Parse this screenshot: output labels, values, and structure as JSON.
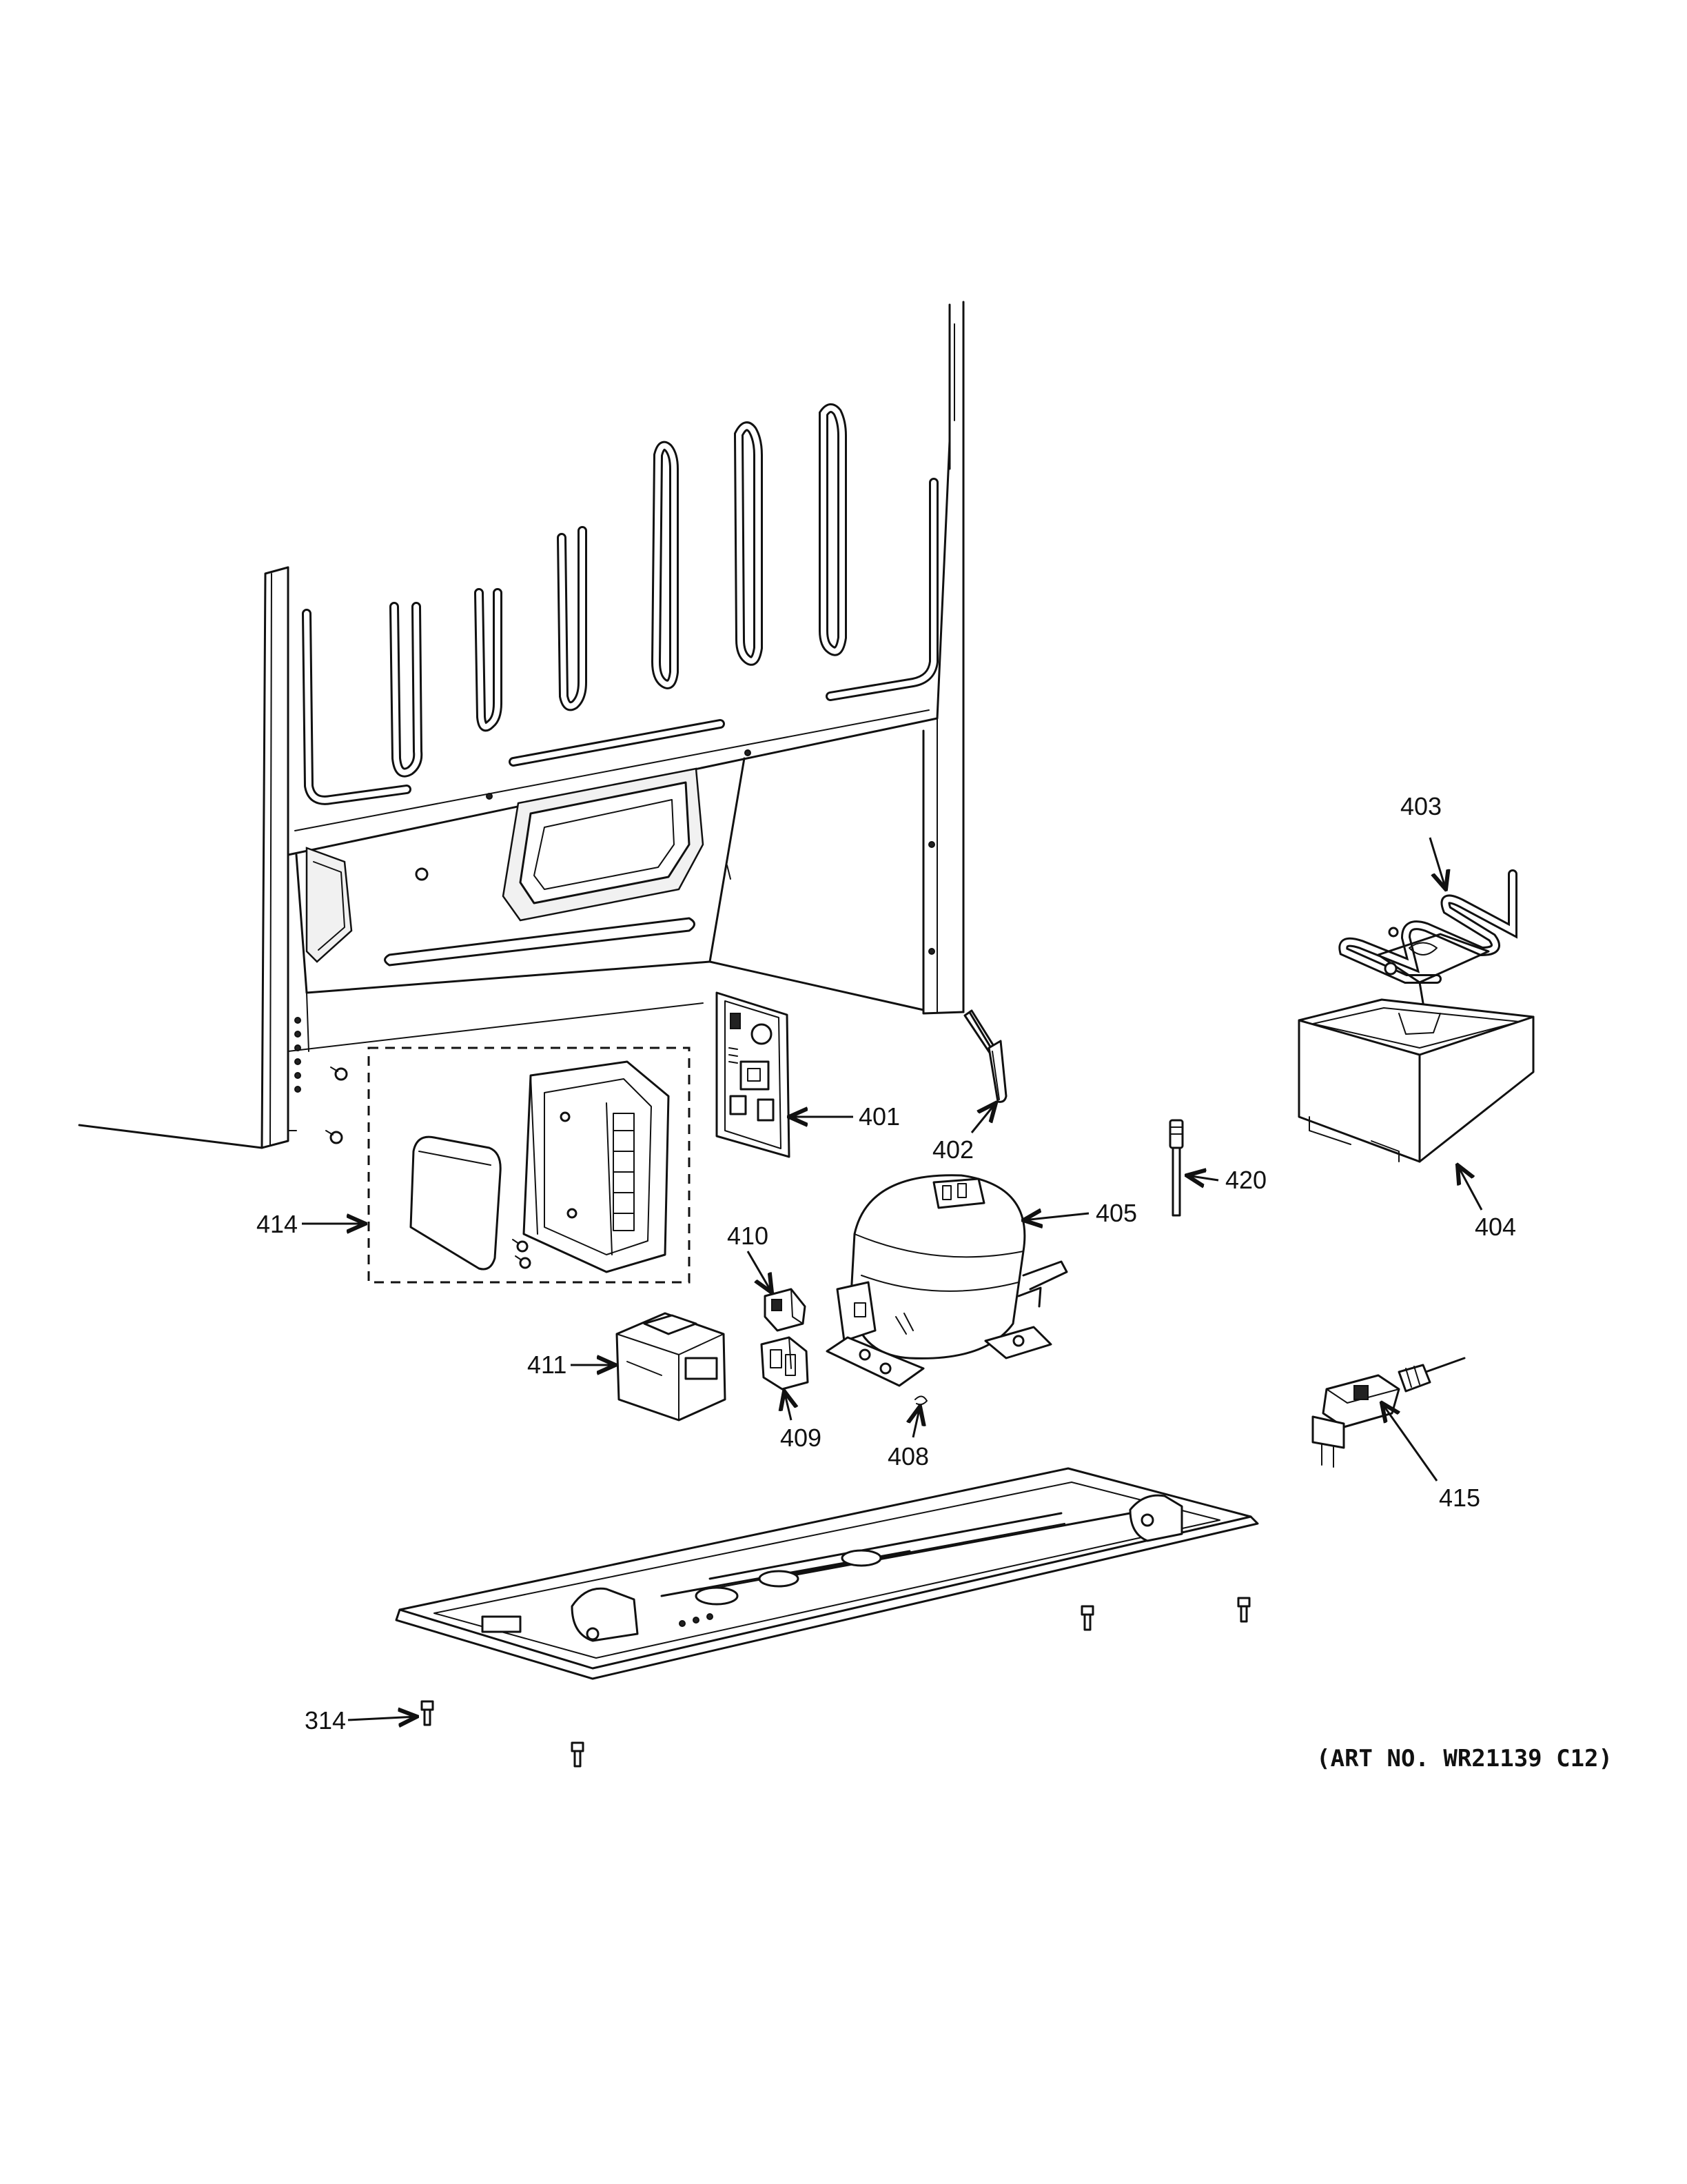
{
  "callouts": {
    "c401": "401",
    "c402": "402",
    "c403": "403",
    "c404": "404",
    "c405": "405",
    "c408": "408",
    "c409": "409",
    "c410": "410",
    "c411": "411",
    "c414": "414",
    "c415": "415",
    "c420": "420",
    "c314": "314"
  },
  "art_number": "(ART NO. WR21139 C12)",
  "colors": {
    "line": "#111111",
    "background": "#ffffff",
    "shade": "#e6e6e6"
  }
}
